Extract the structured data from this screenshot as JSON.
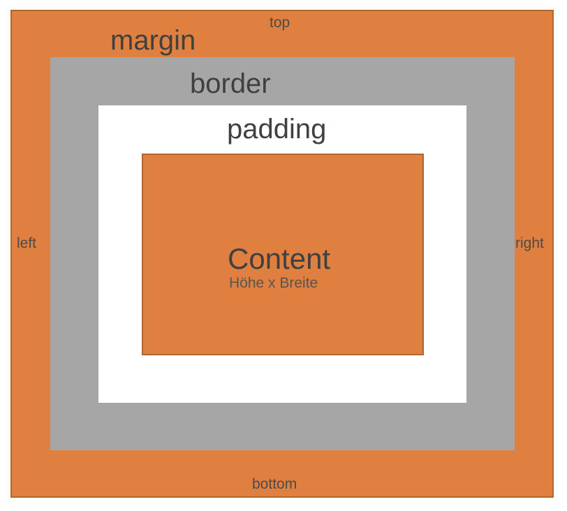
{
  "diagram": {
    "colors": {
      "margin": "#e08040",
      "border": "#a6a6a6",
      "padding": "#ffffff",
      "content": "#e08040"
    },
    "margin": {
      "label": "margin",
      "sides": {
        "top": "top",
        "bottom": "bottom",
        "left": "left",
        "right": "right"
      }
    },
    "border": {
      "label": "border"
    },
    "padding": {
      "label": "padding"
    },
    "content": {
      "label": "Content",
      "dimensions": "Höhe x Breite"
    }
  }
}
